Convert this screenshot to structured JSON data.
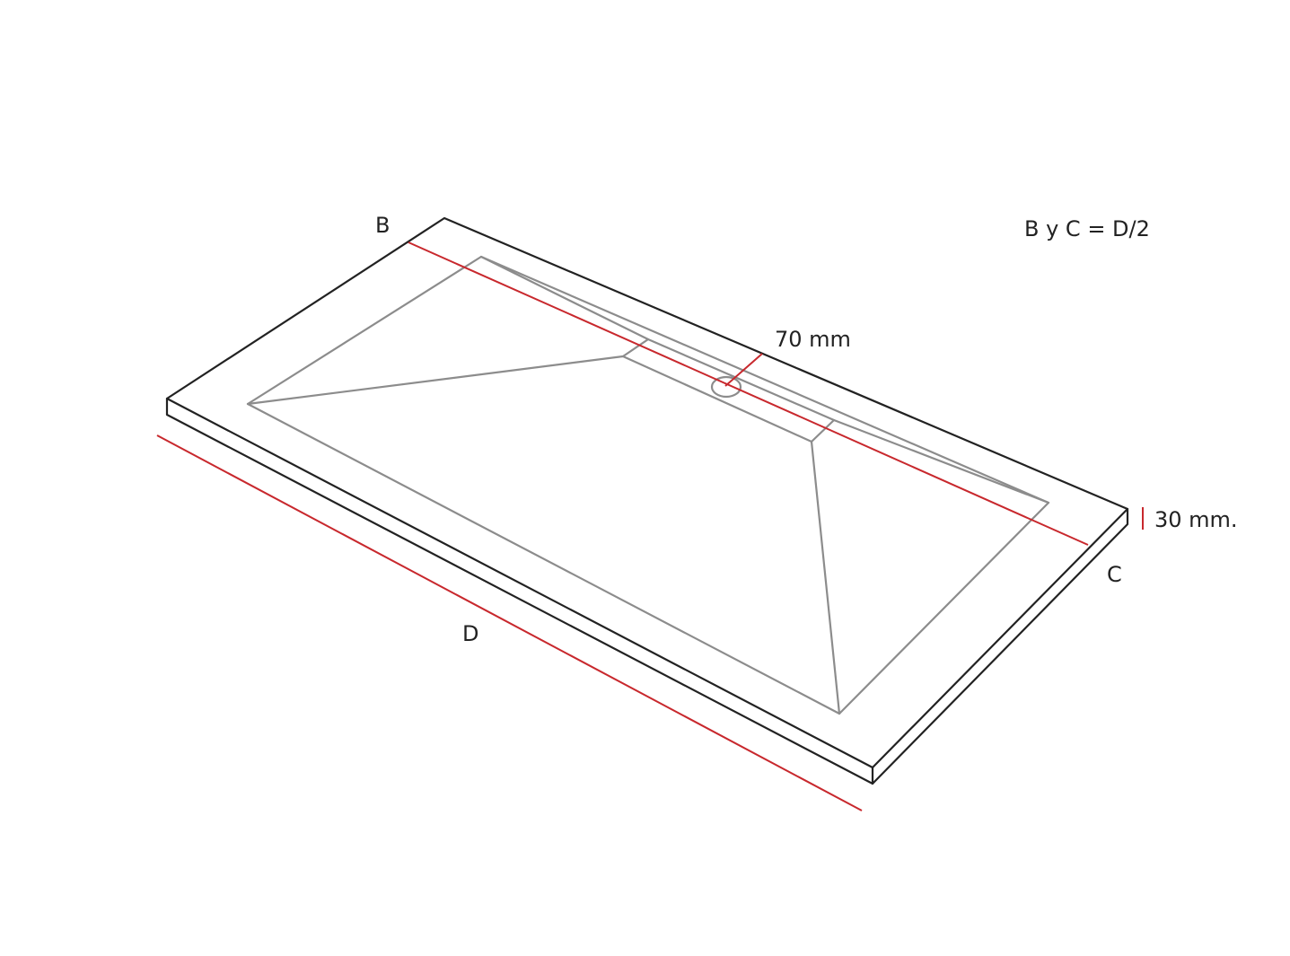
{
  "labels": {
    "b": "B",
    "c": "C",
    "d": "D",
    "drain_width": "70 mm",
    "thickness": "30 mm.",
    "formula": "B y C = D/2"
  },
  "colors": {
    "outline": "#222222",
    "inner": "#8c8c8c",
    "dimension": "#c8282d",
    "text": "#222222"
  }
}
